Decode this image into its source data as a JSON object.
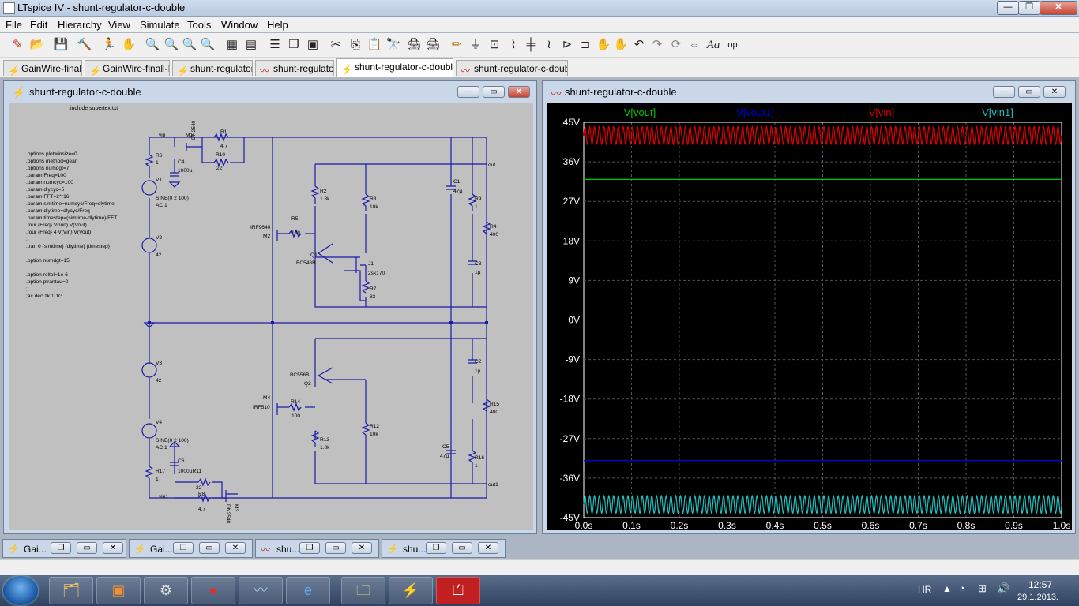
{
  "window": {
    "title": "LTspice IV - shunt-regulator-c-double"
  },
  "menu": [
    "File",
    "Edit",
    "Hierarchy",
    "View",
    "Simulate",
    "Tools",
    "Window",
    "Help"
  ],
  "tabs": [
    {
      "label": "GainWire-finall",
      "kind": "schematic"
    },
    {
      "label": "GainWire-finall-II",
      "kind": "schematic"
    },
    {
      "label": "shunt-regulator",
      "kind": "schematic"
    },
    {
      "label": "shunt-regulator",
      "kind": "waveform"
    },
    {
      "label": "shunt-regulator-c-double",
      "kind": "schematic",
      "active": true
    },
    {
      "label": "shunt-regulator-c-double",
      "kind": "waveform"
    }
  ],
  "schematic": {
    "title": "shunt-regulator-c-double",
    "include": ".include supertex.txt",
    "directives": [
      ".options plotwinsize=0",
      ".options method=gear",
      ".options numdgt=7",
      ".param Freq=100",
      ".param numcyc=100",
      ".param dlycyc=5",
      ".param FFT=2**16",
      ".param simtime=numcyc/Freq+dlytime",
      ".param dlytime=dlycyc/Freq",
      ".param timestep=(simtime-dlytime)/FFT",
      ".four {Freq} V(Vin) V(Vout)",
      ".four {Freq} 4 V(Vin) V(Vout)",
      ";",
      ".tran 0 {simtime} {dlytime} {timestep}",
      "",
      ".option numdgt=15",
      "",
      ".option reltol=1e-6",
      ".option ptrantau=0",
      ";",
      ";ac dec 1k 1 1G"
    ],
    "labels": {
      "vin": "vin",
      "vin1": "vin1",
      "out": "out",
      "out1": "out1",
      "M1": "M1",
      "M1_part": "DN2540",
      "R1": "R1",
      "R1v": "4.7",
      "R10": "R10",
      "R10v": "22",
      "R6": "R6",
      "R6v": "1",
      "C4": "C4",
      "C4v": "1000µ",
      "V1": "V1",
      "V1a": "SINE(0 2 100)",
      "V1b": "AC 1",
      "V2": "V2",
      "V2v": "42",
      "R2": "R2",
      "R2v": "1.8k",
      "R3": "R3",
      "R3v": "10k",
      "C1": "C1",
      "C1v": "47µ",
      "R9": "R9",
      "R9v": "1",
      "R4": "R4",
      "R4v": "400",
      "M2a": "IRF9640",
      "M2": "M2",
      "R5": "R5",
      "R5v": "100",
      "Q1": "Q1",
      "Q1p": "BC546B",
      "J1": "J1",
      "J1p": "2sk170",
      "R7": "R7",
      "R7v": "83",
      "C3": "C3",
      "C3v": "1µ",
      "V3": "V3",
      "V3v": "42",
      "C2": "C2",
      "C2v": "1µ",
      "Q2p": "BC556B",
      "Q2": "Q2",
      "M4": "M4",
      "M4p": "IRF510",
      "R14": "R14",
      "R14v": "100",
      "R15": "R15",
      "R15v": "400",
      "R12": "R12",
      "R12v": "10k",
      "R13": "R13",
      "R13v": "1.8k",
      "C5": "C5",
      "C5v": "47µ",
      "R16": "R16",
      "R16v": "1",
      "V4": "V4",
      "V4a": "SINE(0 2 100)",
      "V4b": "AC 1",
      "C6": "C6",
      "C6v": "1000µR11",
      "R11v": "22",
      "R17": "R17",
      "R17v": "1",
      "R8": "R8",
      "R8v": "4.7",
      "M3": "M3",
      "M3p": "DN2540"
    }
  },
  "waveform": {
    "title": "shunt-regulator-c-double",
    "colors": {
      "vout": "#00c800",
      "vout1": "#0000e0",
      "vin": "#e00000",
      "vin1": "#20c0c0",
      "bg": "#000000",
      "grid": "#555555",
      "axis": "#ffffff"
    }
  },
  "chart_data": {
    "type": "line",
    "title": "",
    "xlabel": "",
    "ylabel": "",
    "xlim": [
      0.0,
      1.0
    ],
    "ylim": [
      -45,
      45
    ],
    "xticks": [
      "0.0s",
      "0.1s",
      "0.2s",
      "0.3s",
      "0.4s",
      "0.5s",
      "0.6s",
      "0.7s",
      "0.8s",
      "0.9s",
      "1.0s"
    ],
    "yticks": [
      "45V",
      "36V",
      "27V",
      "18V",
      "9V",
      "0V",
      "-9V",
      "-18V",
      "-27V",
      "-36V",
      "-45V"
    ],
    "grid": true,
    "legend": "top",
    "series": [
      {
        "name": "V[vout]",
        "color": "#00c800",
        "kind": "constant",
        "value": 32
      },
      {
        "name": "V[vout1]",
        "color": "#0000e0",
        "kind": "constant",
        "value": -32
      },
      {
        "name": "V[vin]",
        "color": "#e00000",
        "kind": "sine",
        "offset": 42,
        "amplitude": 2,
        "frequency": 100
      },
      {
        "name": "V[vin1]",
        "color": "#20c0c0",
        "kind": "sine",
        "offset": -42,
        "amplitude": 2,
        "frequency": 100
      }
    ]
  },
  "minimized": [
    {
      "label": "Gai...",
      "kind": "schematic"
    },
    {
      "label": "Gai...",
      "kind": "schematic"
    },
    {
      "label": "shu...",
      "kind": "waveform"
    },
    {
      "label": "shu...",
      "kind": "schematic"
    }
  ],
  "tray": {
    "lang": "HR",
    "time": "12:57",
    "date": "29.1.2013."
  }
}
